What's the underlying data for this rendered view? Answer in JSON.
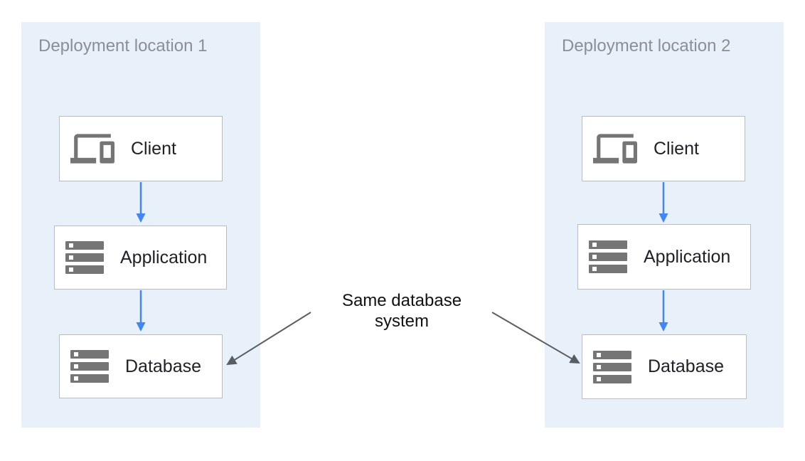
{
  "diagram": {
    "locations": [
      {
        "title": "Deployment location 1",
        "nodes": [
          {
            "label": "Client",
            "icon": "devices-icon"
          },
          {
            "label": "Application",
            "icon": "storage-icon"
          },
          {
            "label": "Database",
            "icon": "storage-icon"
          }
        ]
      },
      {
        "title": "Deployment location 2",
        "nodes": [
          {
            "label": "Client",
            "icon": "devices-icon"
          },
          {
            "label": "Application",
            "icon": "storage-icon"
          },
          {
            "label": "Database",
            "icon": "storage-icon"
          }
        ]
      }
    ],
    "annotation": {
      "text": "Same database system"
    },
    "colors": {
      "container_bg": "#e8f1fa",
      "box_bg": "#ffffff",
      "box_border": "#b9bdc1",
      "arrow_blue": "#4285f4",
      "arrow_gray": "#5a5e63",
      "title_text": "#8a8f94",
      "label_text": "#202124",
      "icon_gray": "#757575",
      "annotation_text": "#111111"
    }
  }
}
